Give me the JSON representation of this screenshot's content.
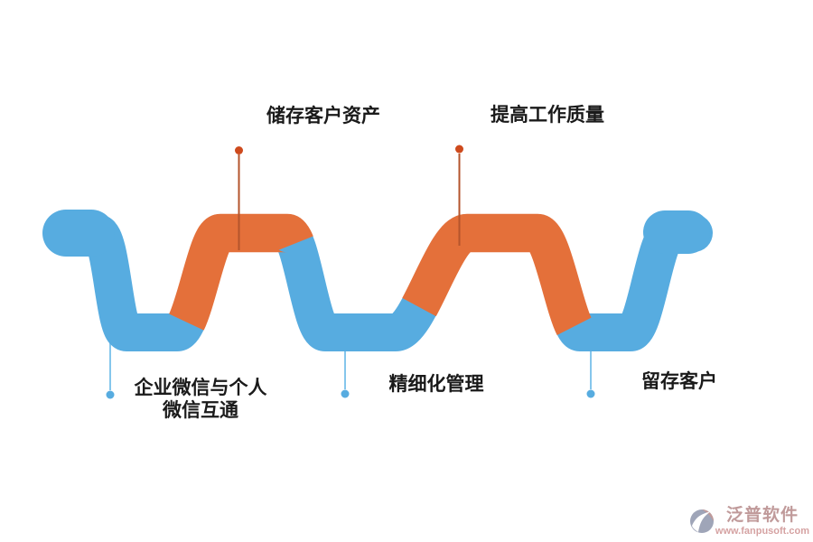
{
  "background": "#FFFFFF",
  "palette": {
    "wave_blue": "#57ACE0",
    "wave_orange": "#E4703A",
    "dot_orange": "#CE4A1D",
    "line_orange": "#B4552C",
    "dot_blue": "#57ACE0",
    "line_blue": "#85C6EC",
    "label_text": "#1A1A1A",
    "watermark_rose": "#C09A9A",
    "watermark_url_pink": "#D5A2A2",
    "logo_slate": "#9FA5B8"
  },
  "flow": {
    "type": "serpentine-wave",
    "segment_colors": [
      "blue",
      "orange",
      "blue",
      "orange",
      "blue"
    ],
    "top_callouts": [
      {
        "label": "储存客户资产",
        "dot_color": "orange"
      },
      {
        "label": "提高工作质量",
        "dot_color": "orange"
      }
    ],
    "bottom_callouts": [
      {
        "line1": "企业微信与个人",
        "line2": "微信互通",
        "dot_color": "blue"
      },
      {
        "label": "精细化管理",
        "dot_color": "blue"
      },
      {
        "label": "留存客户",
        "dot_color": "blue"
      }
    ]
  },
  "watermark": {
    "brand": "泛普软件",
    "url": "www.fanpusoft.com"
  }
}
